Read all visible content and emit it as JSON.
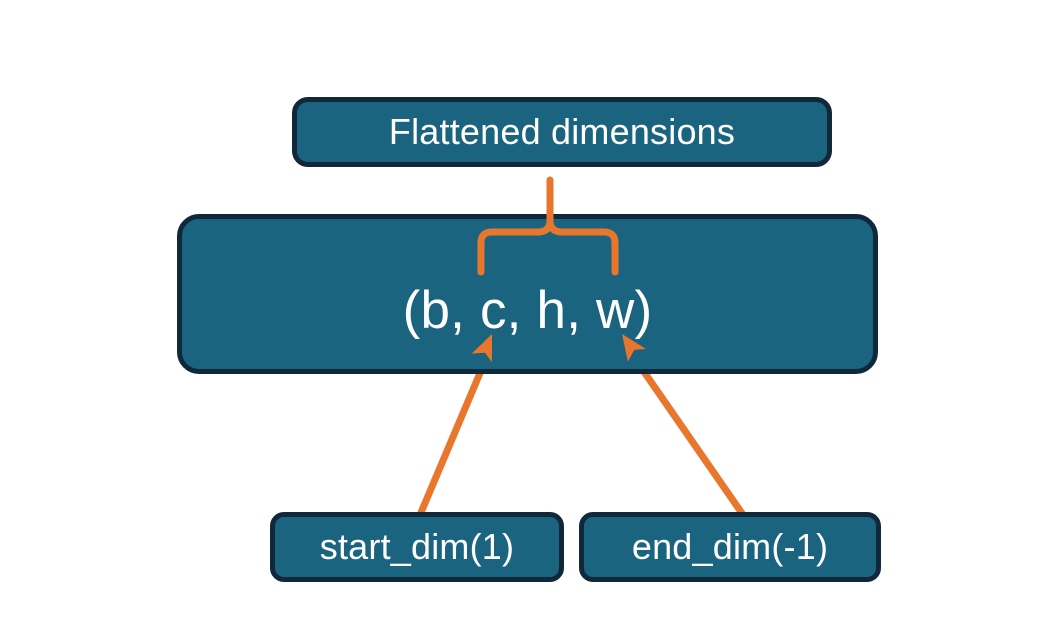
{
  "diagram": {
    "title_text": "Flattened dimensions",
    "background_color": "#ffffff",
    "nodes": {
      "flattened": {
        "label": "Flattened dimensions",
        "fill_color": "#1b6480",
        "border_color": "#11283b",
        "text_color": "#ffffff"
      },
      "shape": {
        "label": "(b, c, h, w)",
        "fill_color": "#1b6480",
        "border_color": "#11283b",
        "text_color": "#ffffff"
      },
      "start_dim": {
        "label": "start_dim(1)",
        "fill_color": "#1b6480",
        "border_color": "#11283b",
        "text_color": "#ffffff"
      },
      "end_dim": {
        "label": "end_dim(-1)",
        "fill_color": "#1b6480",
        "border_color": "#11283b",
        "text_color": "#ffffff"
      }
    },
    "connectors": {
      "accent_color": "#e8762c",
      "brace": {
        "name": "curly-brace-over-c-h-w",
        "spans_tokens": "c, h, w",
        "points_to": "Flattened dimensions"
      },
      "arrow_start_dim": {
        "from": "start_dim(1)",
        "to_token": "c"
      },
      "arrow_end_dim": {
        "from": "end_dim(-1)",
        "to_token": "w"
      }
    }
  }
}
